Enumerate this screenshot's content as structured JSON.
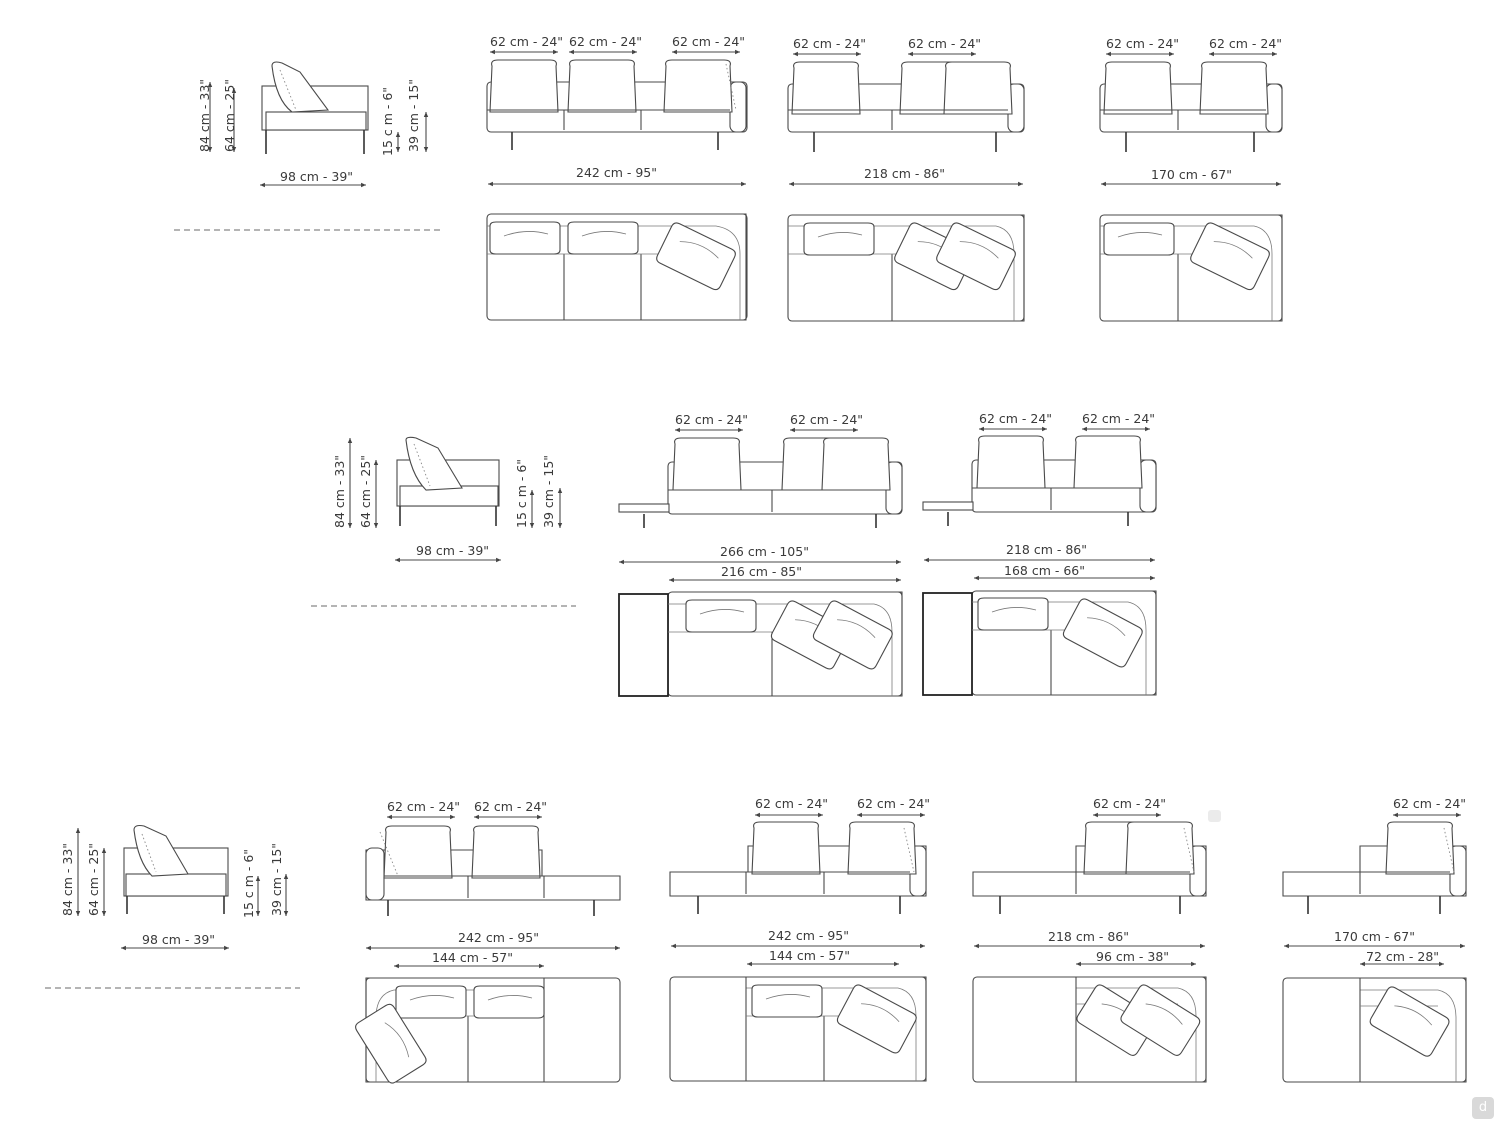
{
  "rows": [
    {
      "side": {
        "depth": "98 cm - 39\"",
        "height": "84 cm - 33\"",
        "arm": "64 cm - 25\"",
        "leg": "15 c m - 6\"",
        "seat": "39 cm - 15\""
      },
      "items": [
        {
          "cushions": [
            "62 cm - 24\"",
            "62 cm - 24\"",
            "62 cm - 24\""
          ],
          "width": "242 cm - 95\""
        },
        {
          "cushions": [
            "62 cm - 24\"",
            "62 cm - 24\""
          ],
          "width": "218 cm - 86\""
        },
        {
          "cushions": [
            "62 cm - 24\"",
            "62 cm - 24\""
          ],
          "width": "170 cm - 67\""
        }
      ]
    },
    {
      "side": {
        "depth": "98 cm - 39\"",
        "height": "84 cm - 33\"",
        "arm": "64 cm - 25\"",
        "leg": "15 c m - 6\"",
        "seat": "39 cm - 15\""
      },
      "items": [
        {
          "cushions": [
            "62 cm - 24\"",
            "62 cm - 24\""
          ],
          "width": "266 cm - 105\"",
          "inner": "216 cm - 85\""
        },
        {
          "cushions": [
            "62 cm - 24\"",
            "62 cm - 24\""
          ],
          "width": "218 cm - 86\"",
          "inner": "168 cm - 66\""
        }
      ]
    },
    {
      "side": {
        "depth": "98 cm - 39\"",
        "height": "84 cm - 33\"",
        "arm": "64 cm - 25\"",
        "leg": "15 c m - 6\"",
        "seat": "39 cm - 15\""
      },
      "items": [
        {
          "cushions": [
            "62 cm - 24\"",
            "62 cm - 24\""
          ],
          "width": "242 cm - 95\"",
          "inner": "144 cm - 57\""
        },
        {
          "cushions": [
            "62 cm - 24\"",
            "62 cm - 24\""
          ],
          "width": "242 cm - 95\"",
          "inner": "144 cm - 57\""
        },
        {
          "cushions": [
            "62 cm - 24\""
          ],
          "width": "218 cm - 86\"",
          "inner": "96 cm - 38\""
        },
        {
          "cushions": [
            "62 cm - 24\""
          ],
          "width": "170 cm - 67\"",
          "inner": "72 cm - 28\""
        }
      ]
    }
  ],
  "logo": "d"
}
